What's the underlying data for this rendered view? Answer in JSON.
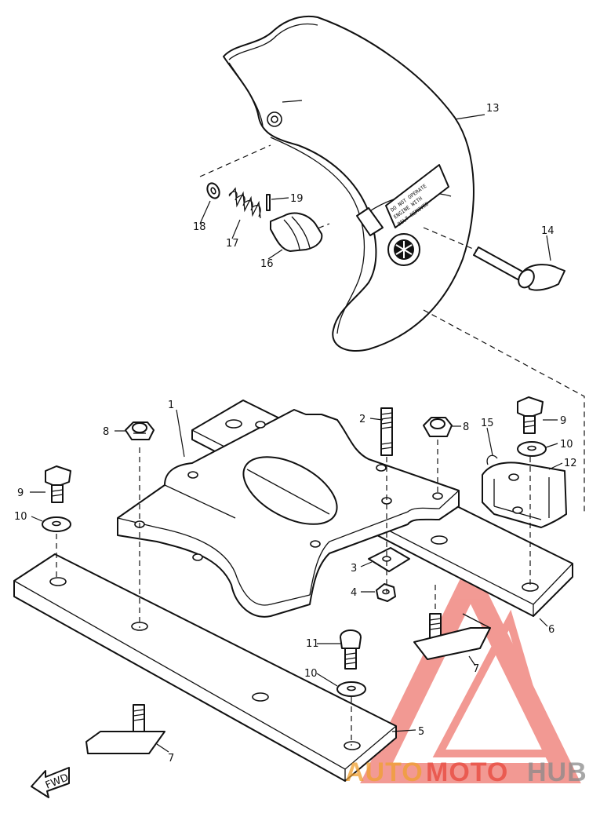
{
  "callouts": [
    {
      "id": "c1",
      "label": "1"
    },
    {
      "id": "c2",
      "label": "2"
    },
    {
      "id": "c3",
      "label": "3"
    },
    {
      "id": "c4",
      "label": "4"
    },
    {
      "id": "c5",
      "label": "5"
    },
    {
      "id": "c6",
      "label": "6"
    },
    {
      "id": "c7a",
      "label": "7"
    },
    {
      "id": "c7b",
      "label": "7"
    },
    {
      "id": "c8a",
      "label": "8"
    },
    {
      "id": "c8b",
      "label": "8"
    },
    {
      "id": "c9a",
      "label": "9"
    },
    {
      "id": "c9b",
      "label": "9"
    },
    {
      "id": "c10a",
      "label": "10"
    },
    {
      "id": "c10b",
      "label": "10"
    },
    {
      "id": "c10c",
      "label": "10"
    },
    {
      "id": "c11",
      "label": "11"
    },
    {
      "id": "c12",
      "label": "12"
    },
    {
      "id": "c13",
      "label": "13"
    },
    {
      "id": "c14",
      "label": "14"
    },
    {
      "id": "c15",
      "label": "15"
    },
    {
      "id": "c16",
      "label": "16"
    },
    {
      "id": "c17",
      "label": "17"
    },
    {
      "id": "c18",
      "label": "18"
    },
    {
      "id": "c19",
      "label": "19"
    }
  ],
  "decal": {
    "line1": "DO NOT OPERATE",
    "line2": "ENGINE WITH",
    "line3": "BELT REMOVED"
  },
  "fwd_label": "FWD",
  "watermark": {
    "part1": "AUTO",
    "part2": "MOTO",
    "part3": "HUB",
    "color_red": "#e8473c",
    "color_orange": "#f0a030",
    "color_gray": "#8a8a8a"
  }
}
